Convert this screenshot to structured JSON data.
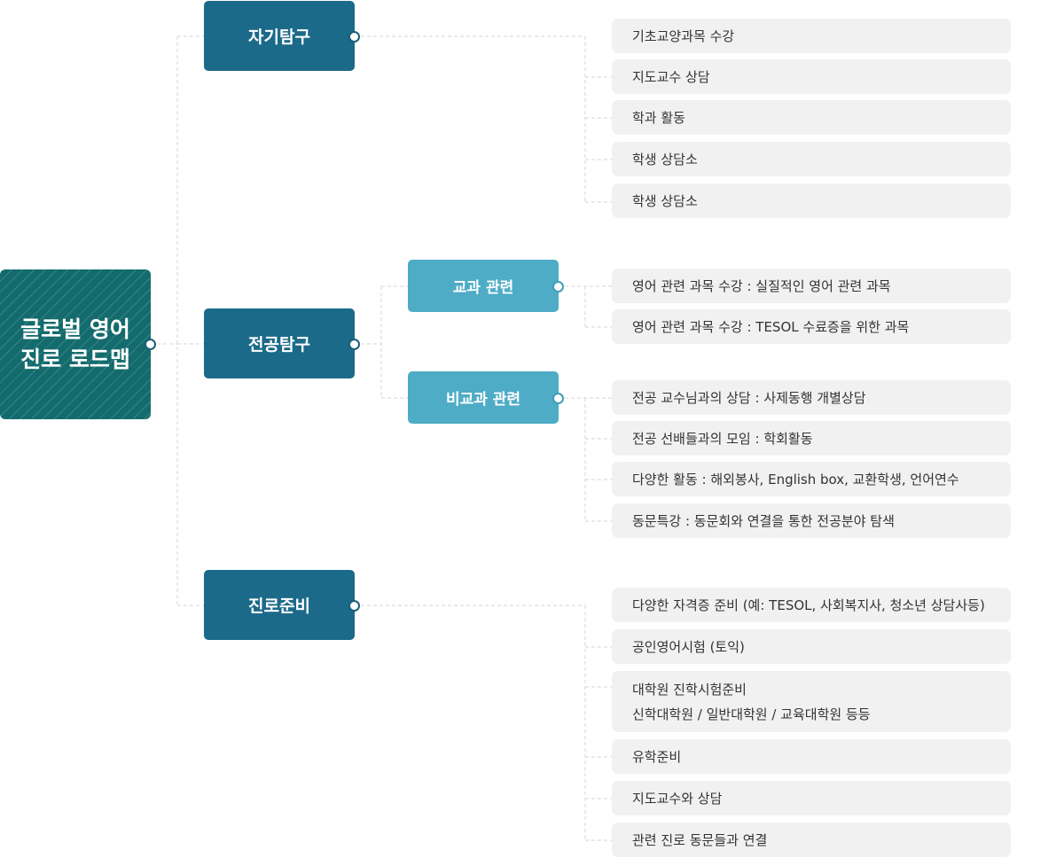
{
  "root": {
    "title": "글로벌 영어\n진로 로드맵"
  },
  "categories": [
    {
      "label": "자기탐구"
    },
    {
      "label": "전공탐구"
    },
    {
      "label": "진로준비"
    }
  ],
  "subcategories": [
    {
      "label": "교과 관련"
    },
    {
      "label": "비교과 관련"
    }
  ],
  "self_exploration": {
    "items": [
      "기초교양과목 수강",
      "지도교수 상담",
      "학과 활동",
      "학생 상담소",
      "학생 상담소"
    ]
  },
  "curricular": {
    "items": [
      "영어 관련 과목 수강 : 실질적인 영어 관련 과목",
      "영어 관련 과목 수강 : TESOL 수료증을 위한 과목"
    ]
  },
  "extracurricular": {
    "items": [
      "전공 교수님과의 상담 : 사제동행 개별상담",
      "전공 선배들과의 모임 : 학회활동",
      "다양한 활동 : 해외봉사, English box, 교환학생, 언어연수",
      "동문특강 :  동문회와 연결을 통한 전공분야 탐색"
    ]
  },
  "career_prep": {
    "items": [
      "다양한 자격증 준비 (예: TESOL, 사회복지사, 청소년 상담사등)",
      "공인영어시험 (토익)",
      "대학원 진학시험준비",
      "신학대학원 / 일반대학원 / 교육대학원 등등",
      "유학준비",
      "지도교수와 상담",
      "관련 진로 동문들과 연결"
    ]
  },
  "colors": {
    "root": "#136b6d",
    "category": "#1c6a8a",
    "subcategory": "#4eacc6",
    "leaf_bg": "#f1f1f1",
    "connector": "#d4d4d4"
  }
}
